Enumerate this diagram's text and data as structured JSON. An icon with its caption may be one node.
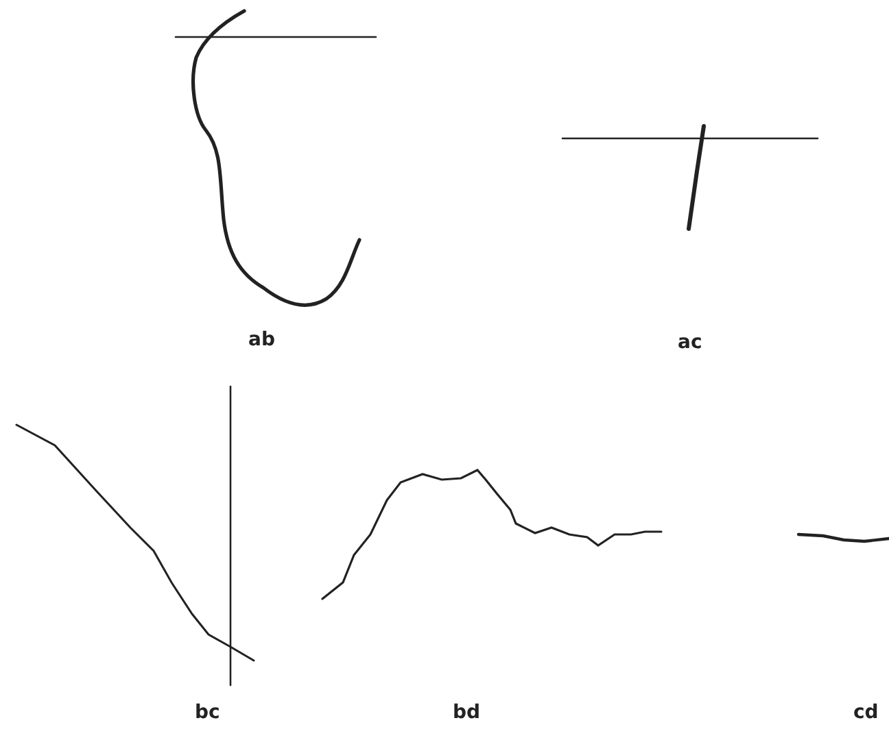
{
  "diagram": {
    "labels": [
      "ab",
      "ac",
      "bc",
      "bd",
      "cd"
    ]
  }
}
